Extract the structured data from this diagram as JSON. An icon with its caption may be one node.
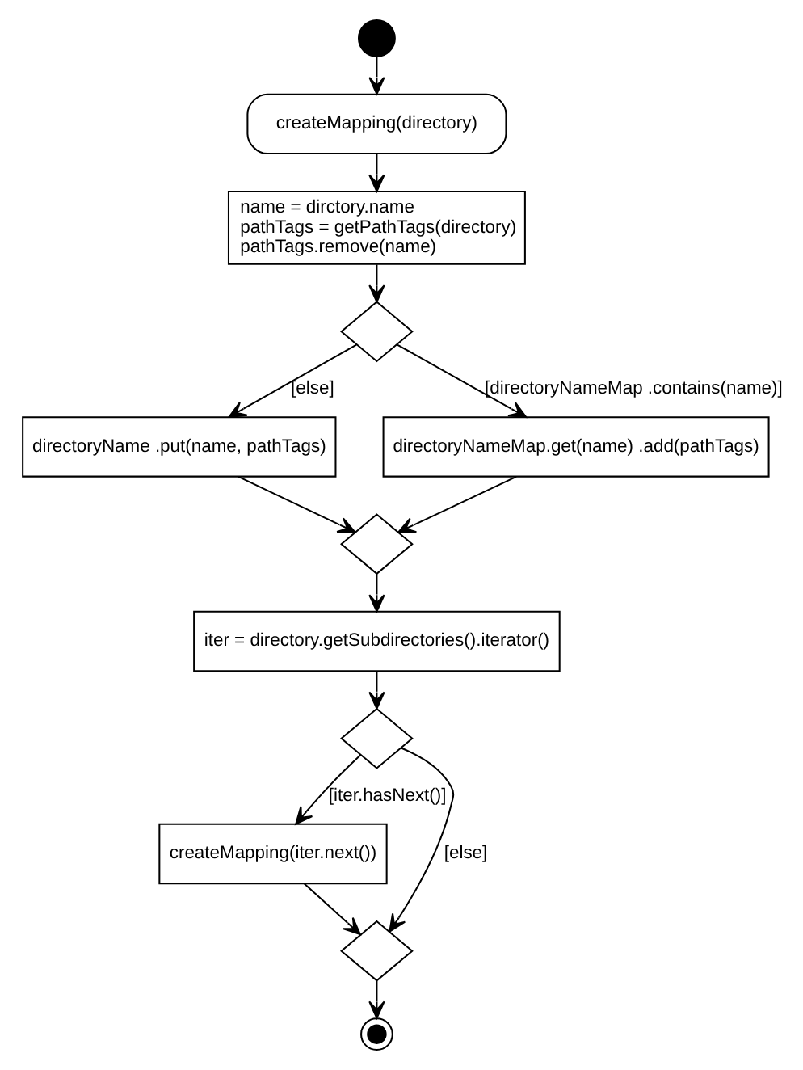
{
  "diagram": {
    "nodes": [
      {
        "text": [],
        "shape": "circle"
      },
      {
        "text": [
          "createMapping(directory)"
        ]
      },
      {
        "text": [
          "name = dirctory.name",
          "pathTags = getPathTags(directory)",
          "pathTags.remove(name)"
        ]
      },
      {
        "text": [],
        "shape": "diamond"
      },
      {
        "text": [
          "directoryName .put(name, pathTags)"
        ]
      },
      {
        "text": [
          "directoryNameMap.get(name) .add(pathTags)"
        ]
      },
      {
        "text": [],
        "shape": "diamond"
      },
      {
        "text": [
          "iter = directory.getSubdirectories().iterator()"
        ]
      },
      {
        "text": [],
        "shape": "diamond"
      },
      {
        "text": [
          "createMapping(iter.next())"
        ]
      },
      {
        "text": [],
        "shape": "diamond"
      },
      {
        "text": [],
        "shape": "circle"
      }
    ],
    "edges": [
      {
        "from": 0,
        "to": 1,
        "arrow": "to"
      },
      {
        "from": 1,
        "to": 2,
        "arrow": "to"
      },
      {
        "from": 2,
        "to": 3,
        "arrow": "to"
      },
      {
        "from": 3,
        "to": 4,
        "arrow": "to",
        "label": "[else]"
      },
      {
        "from": 3,
        "to": 5,
        "arrow": "to",
        "label": "[directoryNameMap .contains(name)]"
      },
      {
        "from": 4,
        "to": 6,
        "arrow": "to"
      },
      {
        "from": 5,
        "to": 6,
        "arrow": "to"
      },
      {
        "from": 6,
        "to": 7,
        "arrow": "to"
      },
      {
        "from": 7,
        "to": 8,
        "arrow": "to"
      },
      {
        "from": 8,
        "to": 10,
        "arrow": "to",
        "label": "[else]"
      },
      {
        "from": 8,
        "to": 9,
        "arrow": "to",
        "label": "[iter.hasNext()]"
      },
      {
        "from": 9,
        "to": 10,
        "arrow": "to"
      },
      {
        "from": 10,
        "to": 11,
        "arrow": "to"
      }
    ]
  }
}
